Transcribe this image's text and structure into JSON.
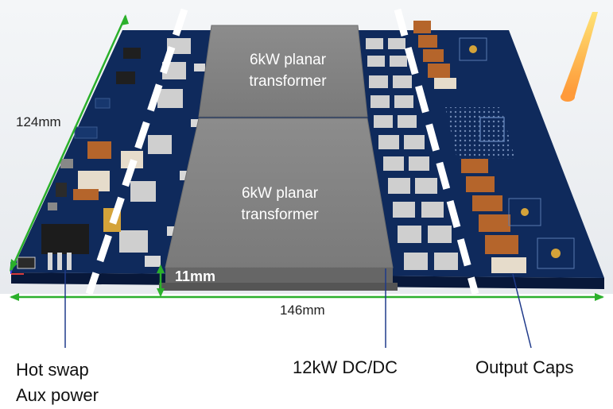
{
  "labels": {
    "transformer_top_line1": "6kW planar",
    "transformer_top_line2": "transformer",
    "transformer_bottom_line1": "6kW planar",
    "transformer_bottom_line2": "transformer",
    "dim_depth": "124mm",
    "dim_width": "146mm",
    "dim_height": "11mm",
    "callout_hotswap_line1": "Hot swap",
    "callout_hotswap_line2": "Aux power",
    "callout_dcdc": "12kW DC/DC",
    "callout_caps": "Output Caps"
  },
  "colors": {
    "pcb": "#0f2a5c",
    "pcb_dark": "#0a1d40",
    "transformer": "#8a8a8a",
    "dimension_line": "#2bb02b",
    "dashed_line": "#ffffff",
    "capacitor": "#b5652b"
  }
}
